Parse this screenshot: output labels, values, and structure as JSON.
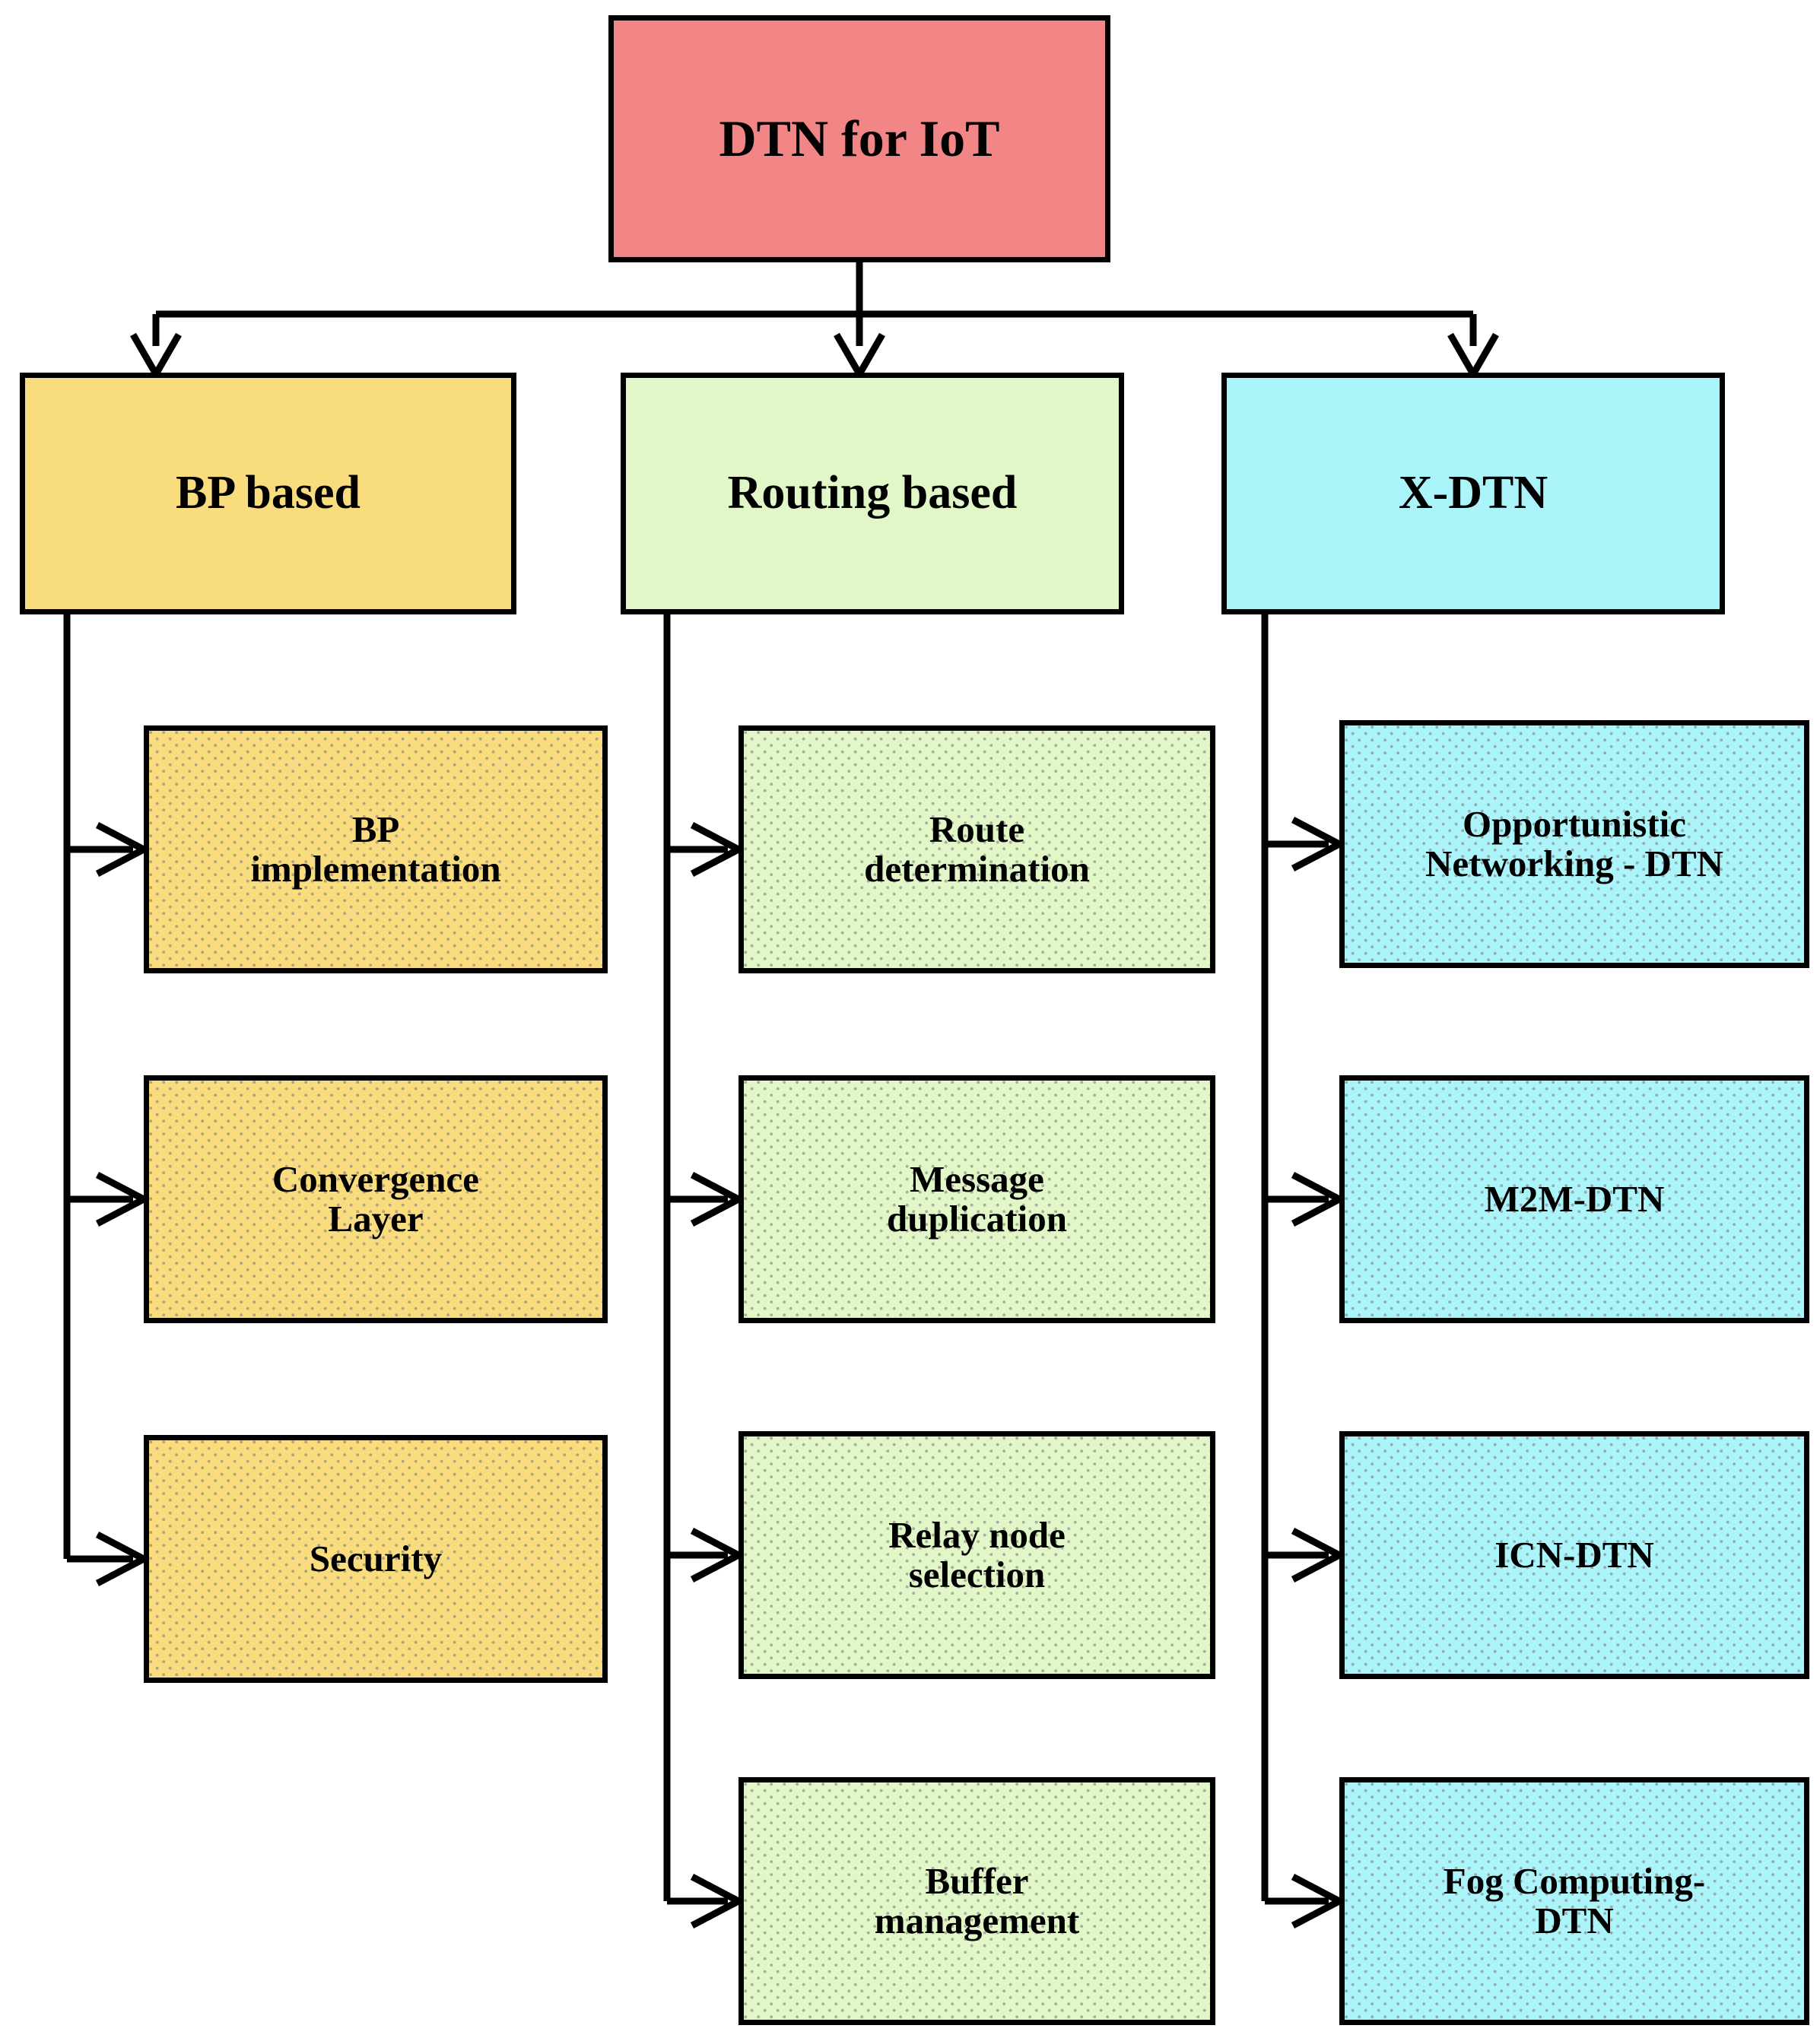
{
  "diagram": {
    "title": "DTN for IoT",
    "type": "tree-taxonomy",
    "root": {
      "label": "DTN for IoT",
      "color": "#F28585"
    },
    "branches": [
      {
        "label": "BP based",
        "color": "#F8DC7D",
        "children": [
          {
            "label": "BP\nimplementation"
          },
          {
            "label": "Convergence\nLayer"
          },
          {
            "label": "Security"
          }
        ]
      },
      {
        "label": "Routing based",
        "color": "#E2F7C8",
        "children": [
          {
            "label": "Route\ndetermination"
          },
          {
            "label": "Message\nduplication"
          },
          {
            "label": "Relay node\nselection"
          },
          {
            "label": "Buffer\nmanagement"
          }
        ]
      },
      {
        "label": "X-DTN",
        "color": "#ABF4FA",
        "children": [
          {
            "label": "Opportunistic\nNetworking - DTN"
          },
          {
            "label": "M2M-DTN"
          },
          {
            "label": "ICN-DTN"
          },
          {
            "label": "Fog Computing-\nDTN"
          }
        ]
      }
    ]
  }
}
